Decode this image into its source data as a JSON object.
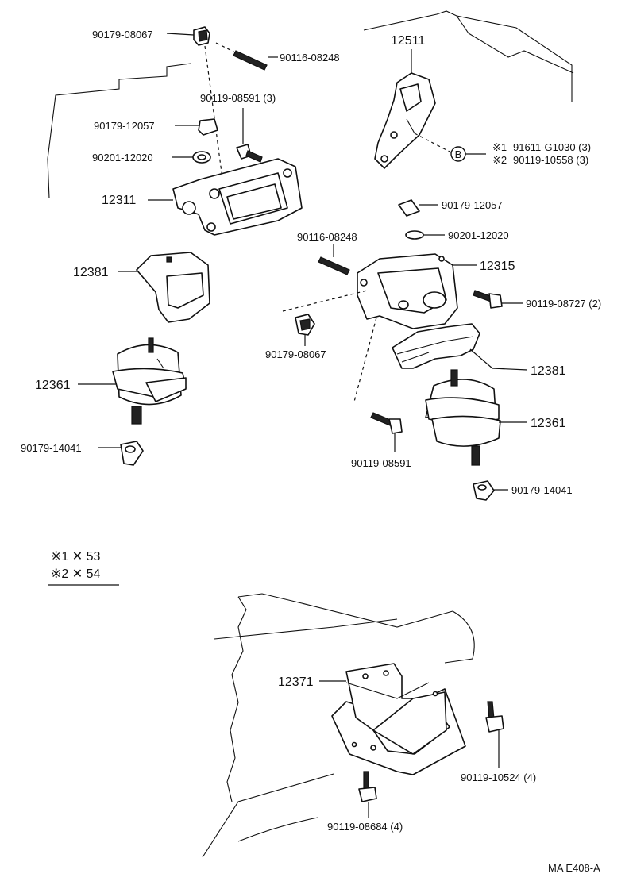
{
  "labels": {
    "p90179_08067_a": "90179-08067",
    "p90116_08248_a": "90116-08248",
    "p12511": "12511",
    "p90119_08591_3": "90119-08591 (3)",
    "p90179_12057_a": "90179-12057",
    "p90201_12020_a": "90201-12020",
    "p12311": "12311",
    "p91611": "91611-G1030 (3)",
    "p90119_10558": "90119-10558 (3)",
    "p90179_12057_b": "90179-12057",
    "p90201_12020_b": "90201-12020",
    "p90116_08248_b": "90116-08248",
    "p12315": "12315",
    "p12381_a": "12381",
    "p90119_08727": "90119-08727 (2)",
    "p90179_08067_b": "90179-08067",
    "p12381_b": "12381",
    "p12361_a": "12361",
    "p12361_b": "12361",
    "p90179_14041_a": "90179-14041",
    "p90119_08591": "90119-08591",
    "p90179_14041_b": "90179-14041",
    "p12371": "12371",
    "p90119_10524": "90119-10524 (4)",
    "p90119_08684": "90119-08684 (4)",
    "callout_b": "B",
    "mark_1": "※1",
    "mark_2": "※2"
  },
  "legend": {
    "row1": "※1 ✕ 53",
    "row2": "※2 ✕ 54"
  },
  "footer": {
    "code": "MA  E408-A"
  }
}
